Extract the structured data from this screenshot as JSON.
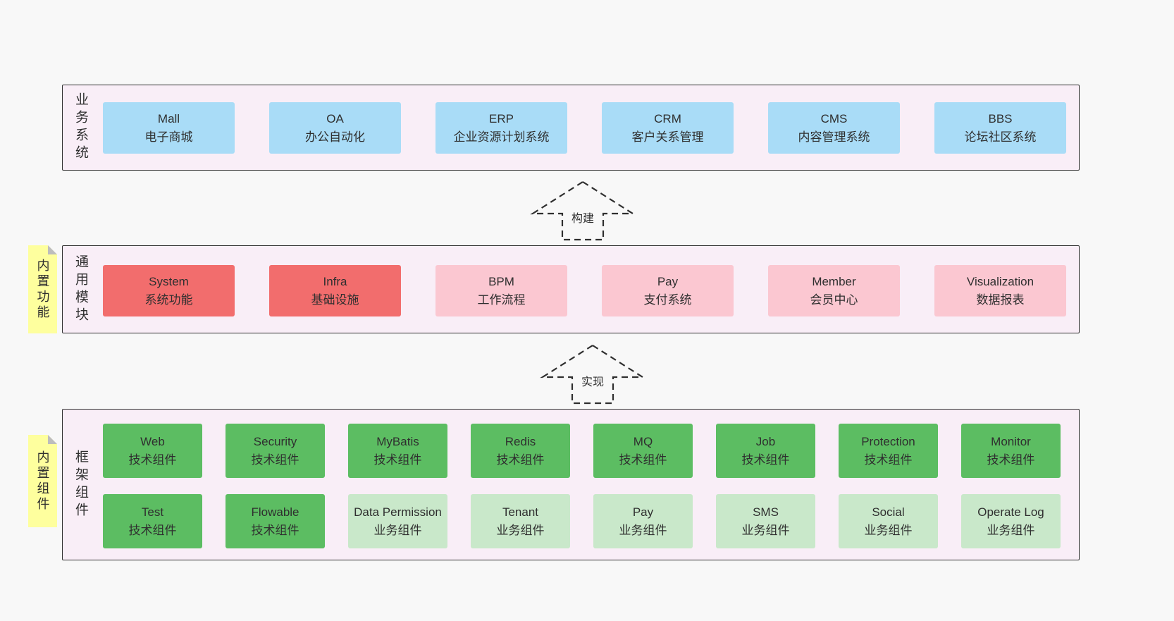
{
  "colors": {
    "page_background": "#f8f8f8",
    "band_background": "#f9eef7",
    "band_border": "#2f2f2f",
    "box_blue": "#a9dcf7",
    "box_red": "#f26d6d",
    "box_pink": "#fbc7d1",
    "box_green_dark": "#5cbd62",
    "box_green_light": "#c9e8ca",
    "note_yellow": "#feff9e"
  },
  "arrows": [
    {
      "label": "构建"
    },
    {
      "label": "实现"
    }
  ],
  "bands": [
    {
      "label": "业务系统",
      "boxes": [
        {
          "title": "Mall",
          "subtitle": "电子商城"
        },
        {
          "title": "OA",
          "subtitle": "办公自动化"
        },
        {
          "title": "ERP",
          "subtitle": "企业资源计划系统"
        },
        {
          "title": "CRM",
          "subtitle": "客户关系管理"
        },
        {
          "title": "CMS",
          "subtitle": "内容管理系统"
        },
        {
          "title": "BBS",
          "subtitle": "论坛社区系统"
        }
      ]
    },
    {
      "label": "通用模块",
      "note": "内置功能",
      "boxes": [
        {
          "title": "System",
          "subtitle": "系统功能"
        },
        {
          "title": "Infra",
          "subtitle": "基础设施"
        },
        {
          "title": "BPM",
          "subtitle": "工作流程"
        },
        {
          "title": "Pay",
          "subtitle": "支付系统"
        },
        {
          "title": "Member",
          "subtitle": "会员中心"
        },
        {
          "title": "Visualization",
          "subtitle": "数据报表"
        }
      ]
    },
    {
      "label": "框架组件",
      "note": "内置组件",
      "rows": [
        [
          {
            "title": "Web",
            "subtitle": "技术组件"
          },
          {
            "title": "Security",
            "subtitle": "技术组件"
          },
          {
            "title": "MyBatis",
            "subtitle": "技术组件"
          },
          {
            "title": "Redis",
            "subtitle": "技术组件"
          },
          {
            "title": "MQ",
            "subtitle": "技术组件"
          },
          {
            "title": "Job",
            "subtitle": "技术组件"
          },
          {
            "title": "Protection",
            "subtitle": "技术组件"
          },
          {
            "title": "Monitor",
            "subtitle": "技术组件"
          }
        ],
        [
          {
            "title": "Test",
            "subtitle": "技术组件"
          },
          {
            "title": "Flowable",
            "subtitle": "技术组件"
          },
          {
            "title": "Data Permission",
            "subtitle": "业务组件"
          },
          {
            "title": "Tenant",
            "subtitle": "业务组件"
          },
          {
            "title": "Pay",
            "subtitle": "业务组件"
          },
          {
            "title": "SMS",
            "subtitle": "业务组件"
          },
          {
            "title": "Social",
            "subtitle": "业务组件"
          },
          {
            "title": "Operate Log",
            "subtitle": "业务组件"
          }
        ]
      ]
    }
  ]
}
